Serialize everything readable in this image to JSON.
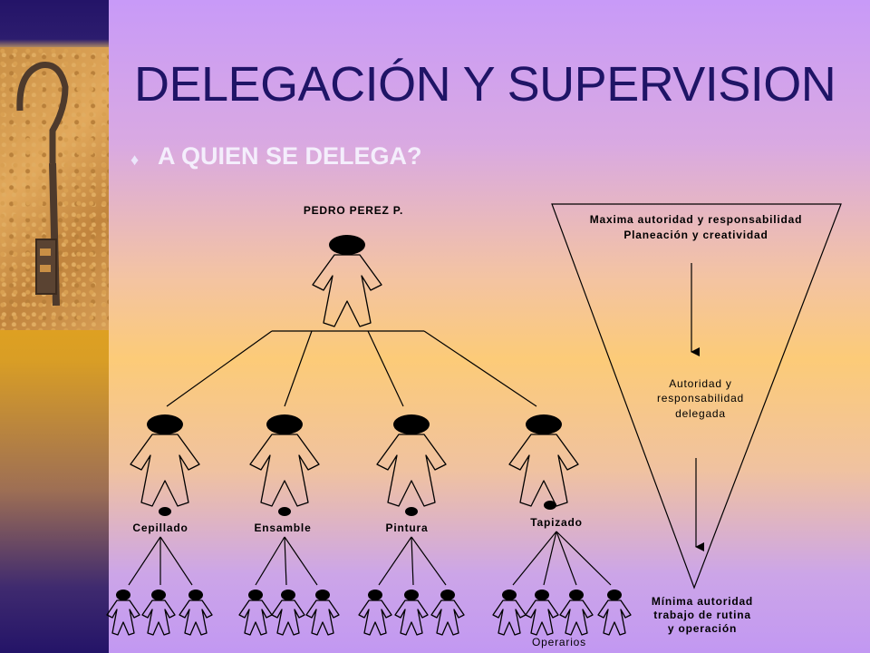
{
  "slide": {
    "title": "DELEGACIÓN Y SUPERVISION",
    "bullet_text": "A QUIEN SE DELEGA?"
  },
  "org_chart": {
    "top_person": "PEDRO PEREZ P.",
    "departments": [
      "Cepillado",
      "Ensamble",
      "Pintura",
      "Tapizado"
    ],
    "bottom_label": "Operarios"
  },
  "triangle": {
    "top_line1": "Maxima autoridad y responsabilidad",
    "top_line2": "Planeación y creatividad",
    "middle_line1": "Autoridad y",
    "middle_line2": "responsabilidad",
    "middle_line3": "delegada",
    "bottom_line1": "Mínima autoridad",
    "bottom_line2": "trabajo de rutina",
    "bottom_line3": "y operación"
  },
  "icons": {
    "bullet": "diamond-bullet-icon",
    "photo": "old-iron-key-photo",
    "person": "person-icon"
  },
  "colors": {
    "title": "#1f1466",
    "subtitle": "#f4eefc"
  }
}
